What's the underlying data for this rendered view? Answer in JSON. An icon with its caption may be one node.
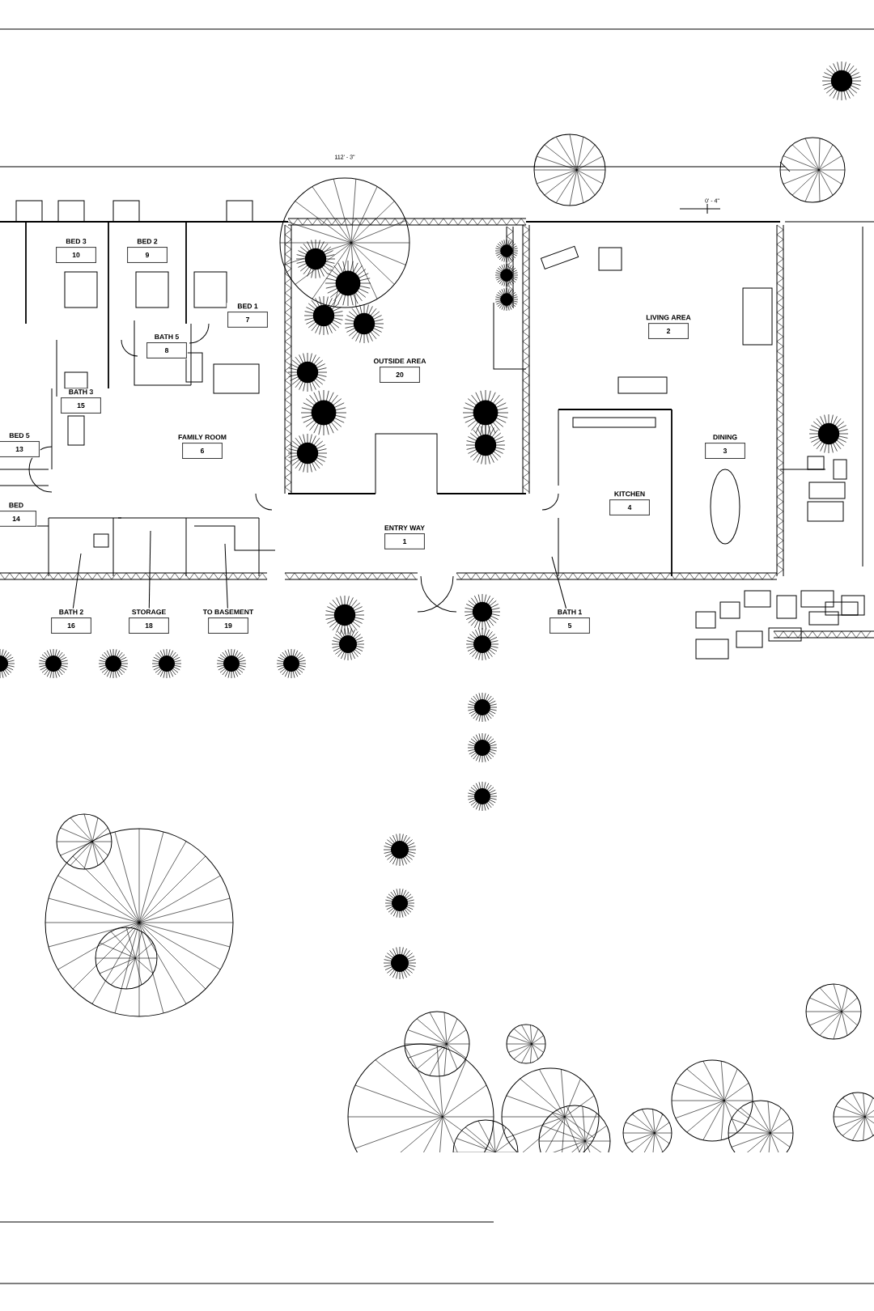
{
  "diagram": {
    "nodes": [
      {
        "text": [
          "BED 3",
          "10"
        ]
      },
      {
        "text": [
          "BED 2",
          "9"
        ]
      },
      {
        "text": [
          "BED 1",
          "7"
        ]
      },
      {
        "text": [
          "BATH 5",
          "8"
        ]
      },
      {
        "text": [
          "BATH 3",
          "15"
        ]
      },
      {
        "text": [
          "BED 5",
          "13"
        ]
      },
      {
        "text": [
          "FAMILY ROOM",
          "6"
        ]
      },
      {
        "text": [
          "BED",
          "14"
        ]
      },
      {
        "text": [
          "OUTSIDE AREA",
          "20"
        ]
      },
      {
        "text": [
          "LIVING AREA",
          "2"
        ]
      },
      {
        "text": [
          "DINING",
          "3"
        ]
      },
      {
        "text": [
          "KITCHEN",
          "4"
        ]
      },
      {
        "text": [
          "ENTRY WAY",
          "1"
        ]
      },
      {
        "text": [
          "BATH 2",
          "16"
        ]
      },
      {
        "text": [
          "STORAGE",
          "18"
        ]
      },
      {
        "text": [
          "TO BASEMENT",
          "19"
        ]
      },
      {
        "text": [
          "BATH 1",
          "5"
        ]
      }
    ],
    "edges": [
      {
        "from": 13,
        "to": null,
        "arrow": "none"
      },
      {
        "from": 14,
        "to": null,
        "arrow": "none"
      },
      {
        "from": 15,
        "to": null,
        "arrow": "none"
      },
      {
        "from": 16,
        "to": null,
        "arrow": "none"
      }
    ],
    "labels": [
      "112' - 3\"",
      "0' - 4\""
    ]
  }
}
